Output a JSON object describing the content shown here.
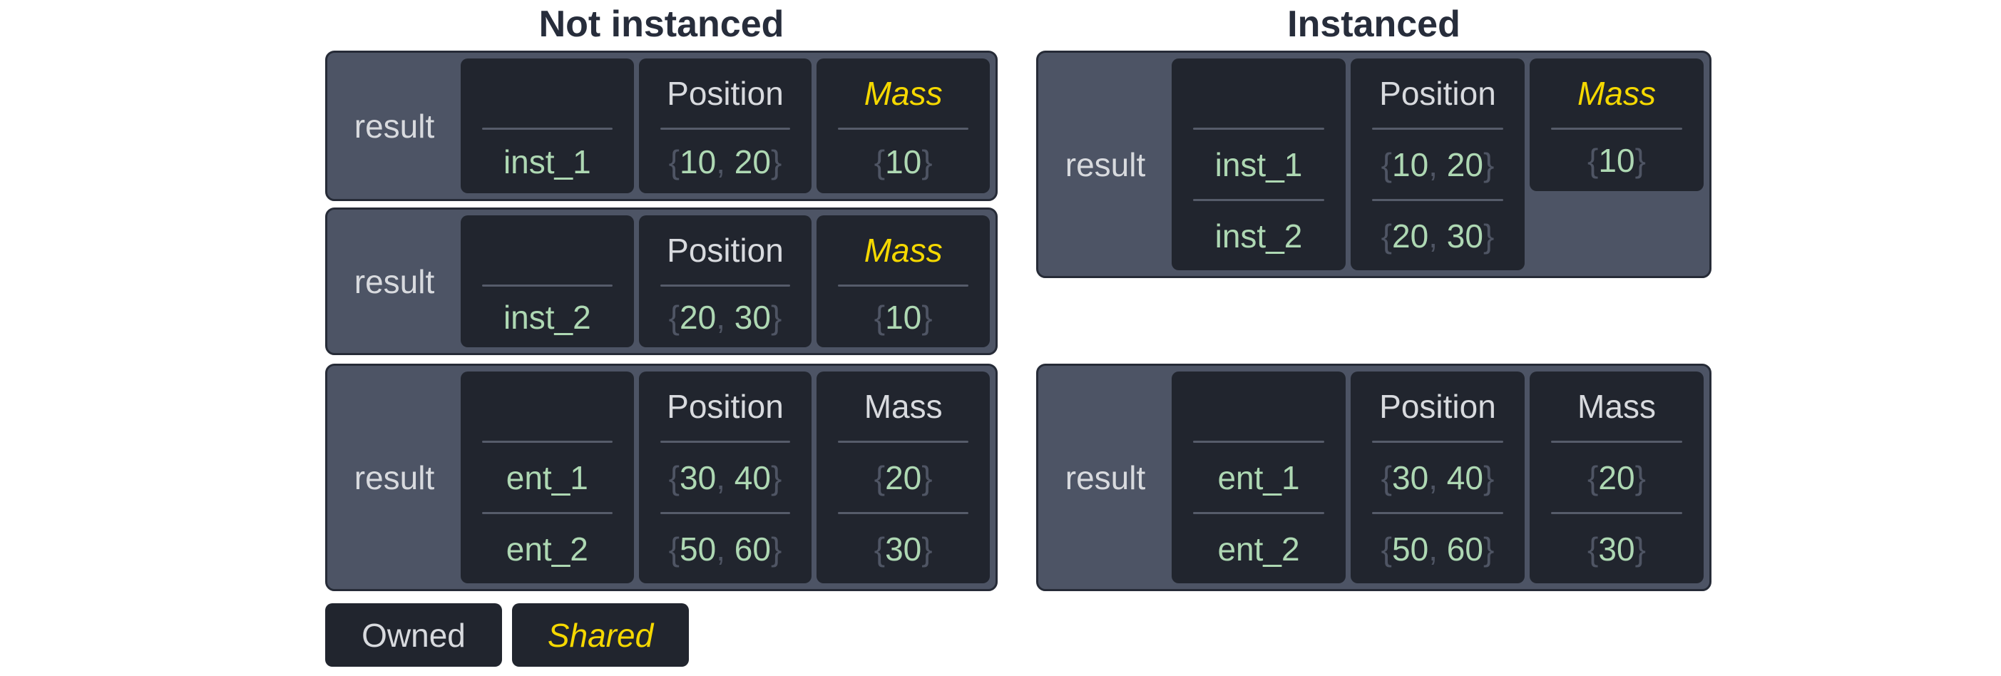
{
  "colors": {
    "background": "#ffffff",
    "title_text": "#272d3b",
    "box_background": "#4d5465",
    "box_border": "#262b37",
    "cell_background": "#21252e",
    "label_text": "#d8dade",
    "value_green": "#aed8b3",
    "symbol_gray": "#4f5564",
    "shared_yellow": "#f5d800",
    "divider": "#565c6a"
  },
  "sections": {
    "left": {
      "title": "Not instanced",
      "boxes": [
        {
          "result_label": "result",
          "columns": [
            {
              "header": "",
              "rows": [
                {
                  "text": "inst_1"
                }
              ]
            },
            {
              "header": "Position",
              "rows": [
                {
                  "open": "{",
                  "x": "10",
                  "sep": ", ",
                  "y": "20",
                  "close": "}"
                }
              ]
            },
            {
              "header": "Mass",
              "shared": true,
              "rows": [
                {
                  "open": "{",
                  "x": "10",
                  "close": "}"
                }
              ]
            }
          ]
        },
        {
          "result_label": "result",
          "columns": [
            {
              "header": "",
              "rows": [
                {
                  "text": "inst_2"
                }
              ]
            },
            {
              "header": "Position",
              "rows": [
                {
                  "open": "{",
                  "x": "20",
                  "sep": ", ",
                  "y": "30",
                  "close": "}"
                }
              ]
            },
            {
              "header": "Mass",
              "shared": true,
              "rows": [
                {
                  "open": "{",
                  "x": "10",
                  "close": "}"
                }
              ]
            }
          ]
        },
        {
          "result_label": "result",
          "columns": [
            {
              "header": "",
              "rows": [
                {
                  "text": "ent_1"
                },
                {
                  "text": "ent_2"
                }
              ]
            },
            {
              "header": "Position",
              "rows": [
                {
                  "open": "{",
                  "x": "30",
                  "sep": ", ",
                  "y": "40",
                  "close": "}"
                },
                {
                  "open": "{",
                  "x": "50",
                  "sep": ", ",
                  "y": "60",
                  "close": "}"
                }
              ]
            },
            {
              "header": "Mass",
              "shared": false,
              "rows": [
                {
                  "open": "{",
                  "x": "20",
                  "close": "}"
                },
                {
                  "open": "{",
                  "x": "30",
                  "close": "}"
                }
              ]
            }
          ]
        }
      ]
    },
    "right": {
      "title": "Instanced",
      "boxes": [
        {
          "result_label": "result",
          "columns": [
            {
              "header": "",
              "rows": [
                {
                  "text": "inst_1"
                },
                {
                  "text": "inst_2"
                }
              ]
            },
            {
              "header": "Position",
              "rows": [
                {
                  "open": "{",
                  "x": "10",
                  "sep": ", ",
                  "y": "20",
                  "close": "}"
                },
                {
                  "open": "{",
                  "x": "20",
                  "sep": ", ",
                  "y": "30",
                  "close": "}"
                }
              ]
            },
            {
              "header": "Mass",
              "shared": true,
              "truncated": true,
              "rows": [
                {
                  "open": "{",
                  "x": "10",
                  "close": "}"
                }
              ]
            }
          ]
        },
        {
          "result_label": "result",
          "columns": [
            {
              "header": "",
              "rows": [
                {
                  "text": "ent_1"
                },
                {
                  "text": "ent_2"
                }
              ]
            },
            {
              "header": "Position",
              "rows": [
                {
                  "open": "{",
                  "x": "30",
                  "sep": ", ",
                  "y": "40",
                  "close": "}"
                },
                {
                  "open": "{",
                  "x": "50",
                  "sep": ", ",
                  "y": "60",
                  "close": "}"
                }
              ]
            },
            {
              "header": "Mass",
              "shared": false,
              "rows": [
                {
                  "open": "{",
                  "x": "20",
                  "close": "}"
                },
                {
                  "open": "{",
                  "x": "30",
                  "close": "}"
                }
              ]
            }
          ]
        }
      ]
    }
  },
  "legend": {
    "owned": "Owned",
    "shared": "Shared"
  }
}
